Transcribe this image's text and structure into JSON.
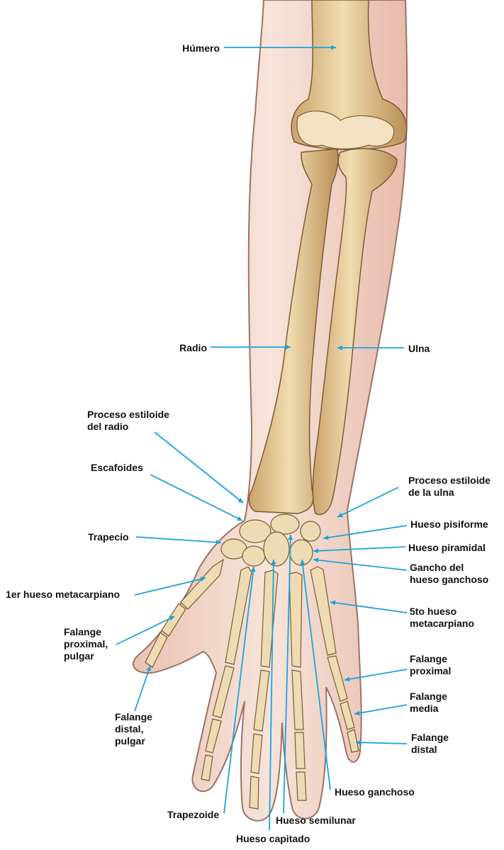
{
  "labels": {
    "humero": "Húmero",
    "radio": "Radio",
    "ulna": "Ulna",
    "proc_estiloide_radio": [
      "Proceso estiloide",
      "del radio"
    ],
    "escafoides": "Escafoides",
    "proc_estiloide_ulna": [
      "Proceso estiloide",
      "de la ulna"
    ],
    "pisiforme": "Hueso pisiforme",
    "piramidal": "Hueso piramidal",
    "trapecio": "Trapecio",
    "gancho": [
      "Gancho del",
      "hueso ganchoso"
    ],
    "metacarpiano_1": "1er hueso metacarpiano",
    "metacarpiano_5": [
      "5to hueso",
      "metacarpiano"
    ],
    "falange_prox_pulgar": [
      "Falange",
      "proximal,",
      "pulgar"
    ],
    "falange_proximal": [
      "Falange",
      "proximal"
    ],
    "falange_media": [
      "Falange",
      "media"
    ],
    "falange_distal_pulgar": [
      "Falange",
      "distal,",
      "pulgar"
    ],
    "falange_distal": [
      "Falange",
      "distal"
    ],
    "ganchoso": "Hueso ganchoso",
    "trapezoide": "Trapezoide",
    "semilunar": "Hueso semilunar",
    "capitado": "Hueso capitado"
  },
  "colors": {
    "leader": "#1aa3dc",
    "bone": "#e9cf9e",
    "bone_shade": "#c9a66b",
    "skin": "#f3d6c9",
    "skin_edge": "#8a5a4a"
  }
}
